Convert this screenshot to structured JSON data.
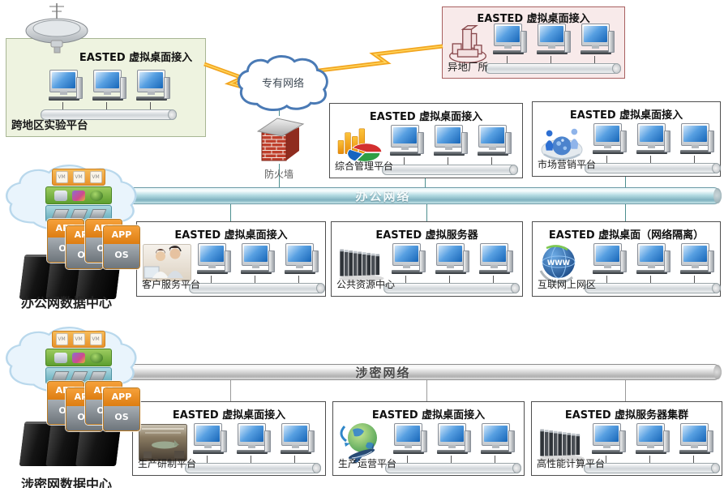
{
  "icon_text": {
    "app": "APP",
    "os": "OS",
    "vm": "VM",
    "www": "WWW"
  },
  "private_cloud_label": "专有网络",
  "firewall_label": "防火墙",
  "networks": {
    "office": "办公网络",
    "secret": "涉密网络"
  },
  "datacenters": {
    "office": "办公网数据中心",
    "secret": "涉密网数据中心"
  },
  "boxes": {
    "remote_lab": {
      "title": "EASTED 虚拟桌面接入",
      "label": "跨地区实验平台"
    },
    "remote_site": {
      "title": "EASTED 虚拟桌面接入",
      "label": "异地厂所"
    },
    "mgmt": {
      "title": "EASTED 虚拟桌面接入",
      "label": "综合管理平台"
    },
    "marketing": {
      "title": "EASTED 虚拟桌面接入",
      "label": "市场营销平台"
    },
    "customer": {
      "title": "EASTED 虚拟桌面接入",
      "label": "客户服务平台"
    },
    "resource": {
      "title": "EASTED 虚拟服务器",
      "label": "公共资源中心"
    },
    "internet": {
      "title": "EASTED 虚拟桌面（网络隔离）",
      "label": "互联网上网区"
    },
    "prod_rd": {
      "title": "EASTED 虚拟桌面接入",
      "label": "生产研制平台"
    },
    "prod_ops": {
      "title": "EASTED 虚拟桌面接入",
      "label": "生产运营平台"
    },
    "hpc": {
      "title": "EASTED 虚拟服务器集群",
      "label": "高性能计算平台"
    }
  },
  "colors": {
    "office_network_bar": "#7fb2bf",
    "secret_network_bar": "#bdbdbd",
    "lightning": "#f2a51f",
    "app_card": "#ef8e1a",
    "remote_lab_bg": "#eef3e0",
    "remote_site_bg": "#f8eaea"
  }
}
